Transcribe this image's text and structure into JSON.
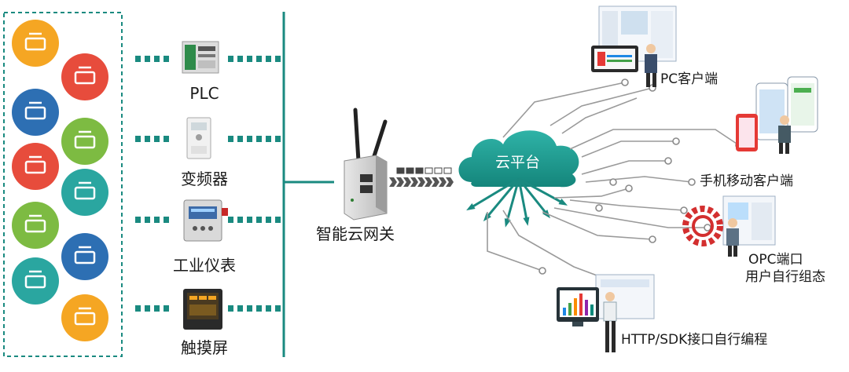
{
  "devices": [
    {
      "id": "plc",
      "label": "PLC",
      "icon": "plc-module-icon"
    },
    {
      "id": "vfd",
      "label": "变频器",
      "icon": "frequency-inverter-icon"
    },
    {
      "id": "meter",
      "label": "工业仪表",
      "icon": "industrial-meter-icon"
    },
    {
      "id": "hmi",
      "label": "触摸屏",
      "icon": "touch-screen-hmi-icon"
    }
  ],
  "gateway": {
    "label": "智能云网关",
    "icon": "gateway-router-icon"
  },
  "cloud": {
    "label": "云平台",
    "icon": "cloud-icon"
  },
  "clients": [
    {
      "id": "pc",
      "label": "PC客户端",
      "icon": "pc-client-icon"
    },
    {
      "id": "mobile",
      "label": "手机移动客户端",
      "icon": "mobile-client-icon"
    },
    {
      "id": "opc",
      "label": "OPC端口",
      "label2": "用户自行组态",
      "icon": "opc-gear-icon"
    },
    {
      "id": "http",
      "label": "HTTP/SDK接口自行编程",
      "icon": "http-sdk-monitor-icon"
    }
  ],
  "industry_icons": [
    {
      "name": "robot-arm-icon",
      "color": "#f5a623"
    },
    {
      "name": "factory-icon",
      "color": "#e74c3c"
    },
    {
      "name": "oil-pipeline-icon",
      "color": "#2d6fb3"
    },
    {
      "name": "farm-greenhouse-icon",
      "color": "#7dbb42"
    },
    {
      "name": "oil-rig-icon",
      "color": "#e74c3c"
    },
    {
      "name": "conveyor-icon",
      "color": "#2aa6a0"
    },
    {
      "name": "wind-turbine-icon",
      "color": "#7dbb42"
    },
    {
      "name": "snowflake-icon",
      "color": "#2d6fb3"
    },
    {
      "name": "agriculture-field-icon",
      "color": "#2aa6a0"
    },
    {
      "name": "refinery-tanks-icon",
      "color": "#f5a623"
    }
  ],
  "colors": {
    "teal": "#1a8a80",
    "cloud": "#1f9a8f",
    "circuit": "#8a8a8a"
  }
}
